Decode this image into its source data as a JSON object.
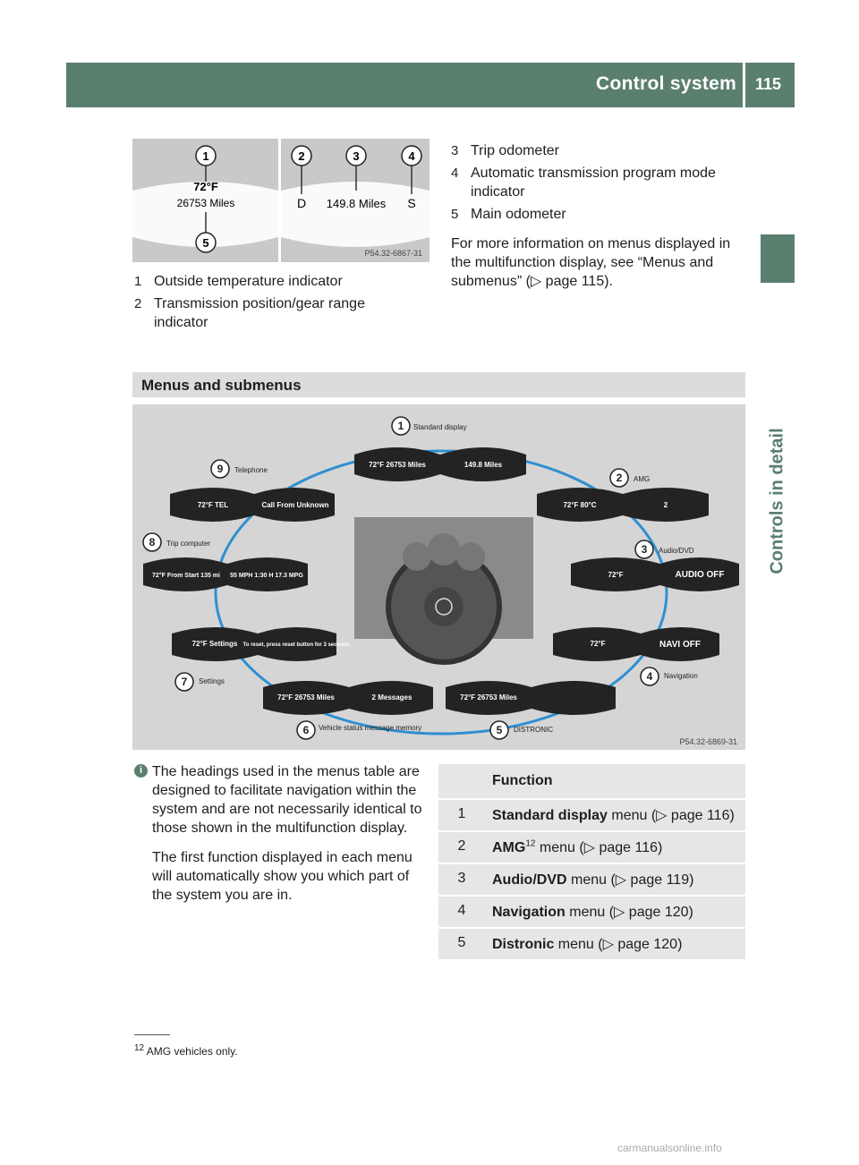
{
  "header": {
    "title": "Control system",
    "page": "115"
  },
  "side_tab": "Controls in detail",
  "top_figure": {
    "left_panel": {
      "temp": "72°F",
      "miles": "26753 Miles",
      "callouts": [
        "1",
        "5"
      ]
    },
    "right_panel": {
      "gear": "D",
      "trip": "149.8 Miles",
      "mode": "S",
      "callouts": [
        "2",
        "3",
        "4"
      ]
    },
    "code": "P54.32-6867-31"
  },
  "legend_left": [
    {
      "num": "1",
      "text": "Outside temperature indicator"
    },
    {
      "num": "2",
      "text": "Transmission position/gear range indicator"
    }
  ],
  "legend_right": [
    {
      "num": "3",
      "text": "Trip odometer"
    },
    {
      "num": "4",
      "text": "Automatic transmission program mode indicator"
    },
    {
      "num": "5",
      "text": "Main odometer"
    }
  ],
  "intro_text": "For more information on menus displayed in the multifunction display, see “Menus and submenus” (▷ page 115).",
  "section_title": "Menus and submenus",
  "menu_figure": {
    "code": "P54.32-6869-31",
    "labels": [
      {
        "num": "1",
        "text": "Standard display"
      },
      {
        "num": "2",
        "text": "AMG"
      },
      {
        "num": "3",
        "text": "Audio/DVD"
      },
      {
        "num": "4",
        "text": "Navigation"
      },
      {
        "num": "5",
        "text": "DISTRONIC"
      },
      {
        "num": "6",
        "text": "Vehicle status message memory"
      },
      {
        "num": "7",
        "text": "Settings"
      },
      {
        "num": "8",
        "text": "Trip computer"
      },
      {
        "num": "9",
        "text": "Telephone"
      }
    ],
    "screens": {
      "std_a": "72°F 26753 Miles",
      "std_b": "149.8 Miles",
      "amg_a": "72°F 80°C",
      "amg_b": "2",
      "audio_a": "72°F",
      "audio_b": "AUDIO OFF",
      "nav_a": "72°F",
      "nav_b": "NAVI OFF",
      "dis_a": "72°F 26753 Miles",
      "msg_a": "72°F 26753 Miles",
      "msg_b": "2 Messages",
      "set_a": "72°F Settings",
      "set_b": "To reset, press reset button for 3 seconds.",
      "trip_a": "72°F From Start 135 mi",
      "trip_b": "55 MPH 1:30 H 17.3 MPG",
      "tel_a": "72°F TEL",
      "tel_b": "Call From Unknown"
    }
  },
  "note": {
    "p1": "The headings used in the menus table are designed to facilitate navigation within the system and are not necessarily identical to those shown in the multifunction display.",
    "p2": "The first function displayed in each menu will automatically show you which part of the system you are in."
  },
  "function_table": {
    "header": "Function",
    "rows": [
      {
        "num": "1",
        "bold": "Standard display",
        "sup": "",
        "rest": " menu (▷ page 116)"
      },
      {
        "num": "2",
        "bold": "AMG",
        "sup": "12",
        "rest": " menu (▷ page 116)"
      },
      {
        "num": "3",
        "bold": "Audio/DVD",
        "sup": "",
        "rest": " menu (▷ page 119)"
      },
      {
        "num": "4",
        "bold": "Navigation",
        "sup": "",
        "rest": " menu (▷ page 120)"
      },
      {
        "num": "5",
        "bold": "Distronic",
        "sup": "",
        "rest": " menu (▷ page 120)"
      }
    ]
  },
  "footnote": {
    "num": "12",
    "text": "AMG vehicles only."
  },
  "watermark": "carmanualsonline.info"
}
